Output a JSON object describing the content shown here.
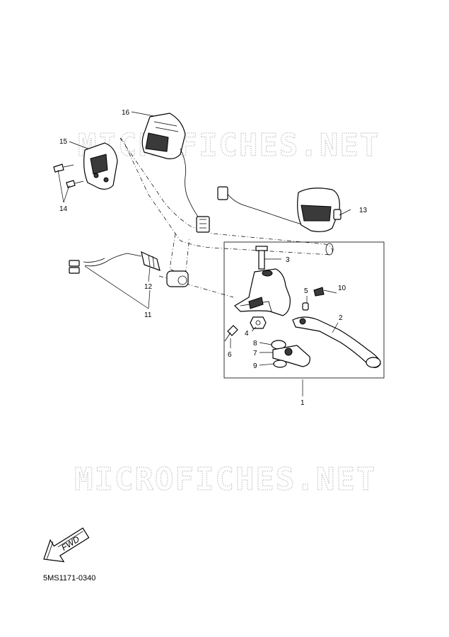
{
  "watermark": "MICROFICHES.NET",
  "direction_label": "FWD",
  "diagram_code": "5MS1171-0340",
  "callouts": [
    "1",
    "2",
    "3",
    "4",
    "5",
    "6",
    "7",
    "8",
    "9",
    "10",
    "11",
    "12",
    "13",
    "14",
    "15",
    "16"
  ]
}
